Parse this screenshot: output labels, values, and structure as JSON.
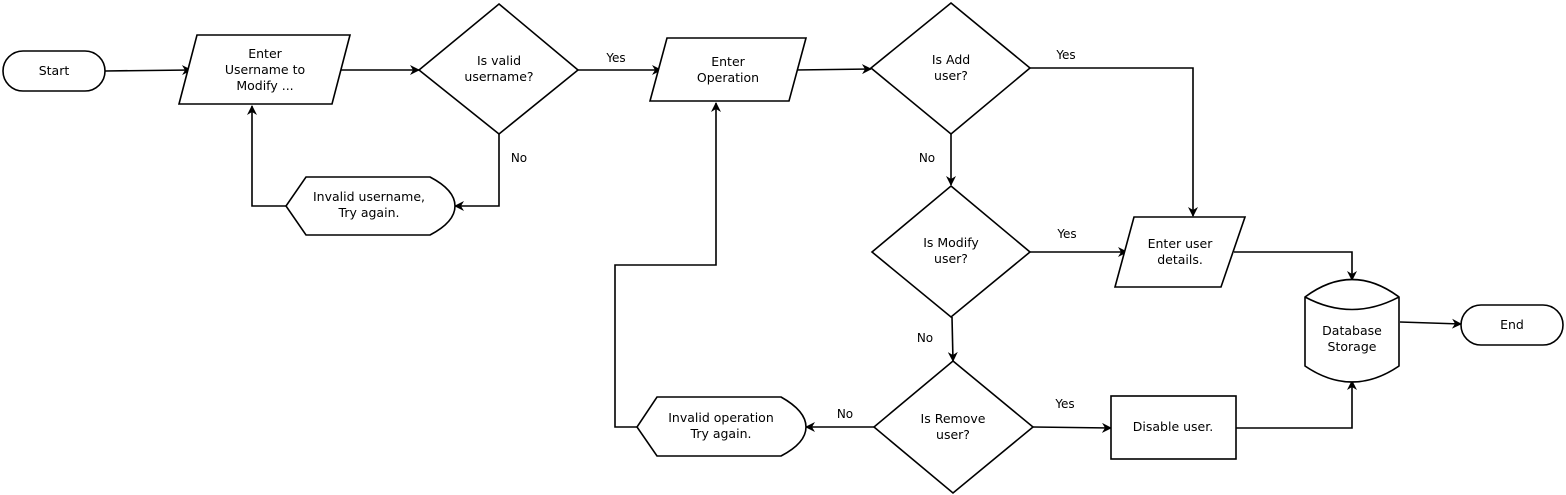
{
  "nodes": {
    "start": {
      "text": "Start"
    },
    "enter_username": {
      "line1": "Enter",
      "line2": "Username to",
      "line3": "Modify ..."
    },
    "is_valid_username": {
      "line1": "Is valid",
      "line2": "username?"
    },
    "invalid_username": {
      "line1": "Invalid username,",
      "line2": "Try again."
    },
    "enter_operation": {
      "line1": "Enter",
      "line2": "Operation"
    },
    "is_add_user": {
      "line1": "Is Add",
      "line2": "user?"
    },
    "is_modify_user": {
      "line1": "Is Modify",
      "line2": "user?"
    },
    "is_remove_user": {
      "line1": "Is Remove",
      "line2": "user?"
    },
    "invalid_operation": {
      "line1": "Invalid operation",
      "line2": "Try again."
    },
    "enter_user_details": {
      "line1": "Enter user",
      "line2": "details."
    },
    "disable_user": {
      "text": "Disable user."
    },
    "database_storage": {
      "line1": "Database",
      "line2": "Storage"
    },
    "end": {
      "text": "End"
    }
  },
  "edge_labels": {
    "valid_yes": "Yes",
    "valid_no": "No",
    "add_yes": "Yes",
    "add_no": "No",
    "modify_yes": "Yes",
    "modify_no": "No",
    "remove_yes": "Yes",
    "remove_no": "No"
  },
  "colors": {
    "stroke": "#000000",
    "fill": "#ffffff"
  }
}
